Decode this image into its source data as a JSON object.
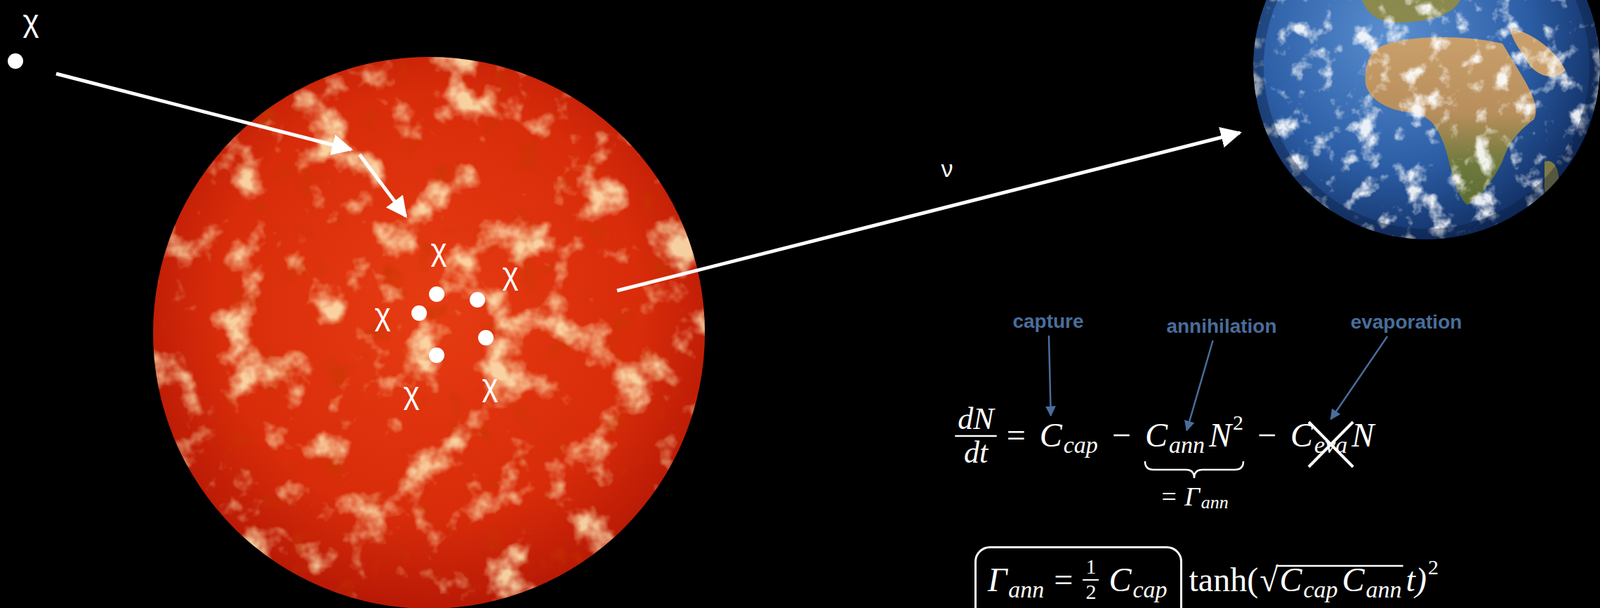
{
  "diagram": {
    "nodes": [
      {
        "text": [
          "χ",
          "χ",
          "χ",
          "χ",
          "χ"
        ]
      },
      {
        "text": [
          "Γ",
          "ann",
          "=",
          "1",
          "2",
          "C",
          "cap"
        ]
      }
    ],
    "labels": [
      "χ",
      "ν",
      "capture",
      "annihilation",
      "evaporation",
      "dN",
      "dt",
      "=",
      "C",
      "cap",
      "−",
      "C",
      "ann",
      "N",
      "2",
      "−",
      "C",
      "eva",
      "N",
      "= Γ",
      "ann",
      "tanh(",
      "√",
      "C",
      "cap",
      "C",
      "ann",
      "t)",
      "2"
    ]
  }
}
